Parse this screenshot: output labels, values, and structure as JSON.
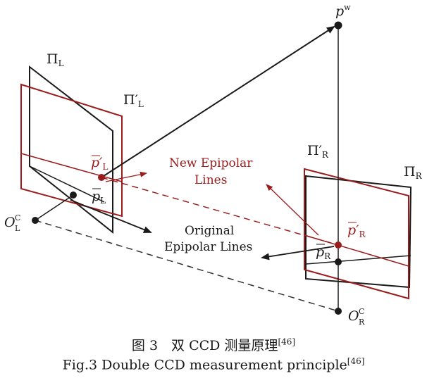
{
  "labels": {
    "pw": "p",
    "pw_sup": "w",
    "pi_l": "Π",
    "pi_l_sub": "L",
    "pi_l_prime": "Π′",
    "pi_l_prime_sub": "L",
    "pi_r_prime": "Π′",
    "pi_r_prime_sub": "R",
    "pi_r": "Π",
    "pi_r_sub": "R",
    "pl_prime": "p′",
    "pl_prime_sub": "L",
    "pl": "p",
    "pl_sub": "L",
    "pr_prime": "p′",
    "pr_prime_sub": "R",
    "pr": "p",
    "pr_sub": "R",
    "ocl": "O",
    "ocl_sup": "C",
    "ocl_sub": "L",
    "ocr": "O",
    "ocr_sup": "C",
    "ocr_sub": "R",
    "new_epipolar_1": "New Epipolar",
    "new_epipolar_2": "Lines",
    "orig_epipolar_1": "Original",
    "orig_epipolar_2": "Epipolar Lines"
  },
  "caption": {
    "cn": "图 3　双 CCD 测量原理",
    "en": "Fig.3 Double CCD measurement principle",
    "ref": "[46]"
  },
  "colors": {
    "black": "#1a1a1a",
    "red": "#9b1c1c"
  }
}
